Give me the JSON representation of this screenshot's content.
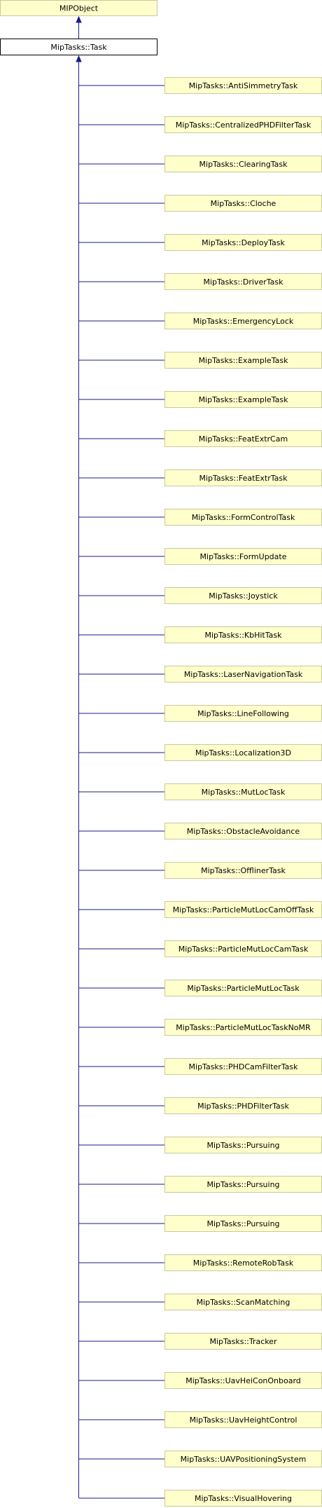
{
  "diagram": {
    "root": "MIPObject",
    "current": "MipTasks::Task",
    "children": [
      "MipTasks::AntiSimmetryTask",
      "MipTasks::CentralizedPHDFilterTask",
      "MipTasks::ClearingTask",
      "MipTasks::Cloche",
      "MipTasks::DeployTask",
      "MipTasks::DriverTask",
      "MipTasks::EmergencyLock",
      "MipTasks::ExampleTask",
      "MipTasks::ExampleTask",
      "MipTasks::FeatExtrCam",
      "MipTasks::FeatExtrTask",
      "MipTasks::FormControlTask",
      "MipTasks::FormUpdate",
      "MipTasks::Joystick",
      "MipTasks::KbHitTask",
      "MipTasks::LaserNavigationTask",
      "MipTasks::LineFollowing",
      "MipTasks::Localization3D",
      "MipTasks::MutLocTask",
      "MipTasks::ObstacleAvoidance",
      "MipTasks::OfflinerTask",
      "MipTasks::ParticleMutLocCamOffTask",
      "MipTasks::ParticleMutLocCamTask",
      "MipTasks::ParticleMutLocTask",
      "MipTasks::ParticleMutLocTaskNoMR",
      "MipTasks::PHDCamFilterTask",
      "MipTasks::PHDFilterTask",
      "MipTasks::Pursuing",
      "MipTasks::Pursuing",
      "MipTasks::Pursuing",
      "MipTasks::RemoteRobTask",
      "MipTasks::ScanMatching",
      "MipTasks::Tracker",
      "MipTasks::UavHeiConOnboard",
      "MipTasks::UavHeightControl",
      "MipTasks::UAVPositioningSystem",
      "MipTasks::VisualHovering"
    ]
  },
  "colors": {
    "node_fill": "#ffffcc",
    "node_border": "#c8c8a0",
    "current_fill": "#ffffff",
    "current_border": "#000000",
    "edge": "#1a1a8c"
  }
}
